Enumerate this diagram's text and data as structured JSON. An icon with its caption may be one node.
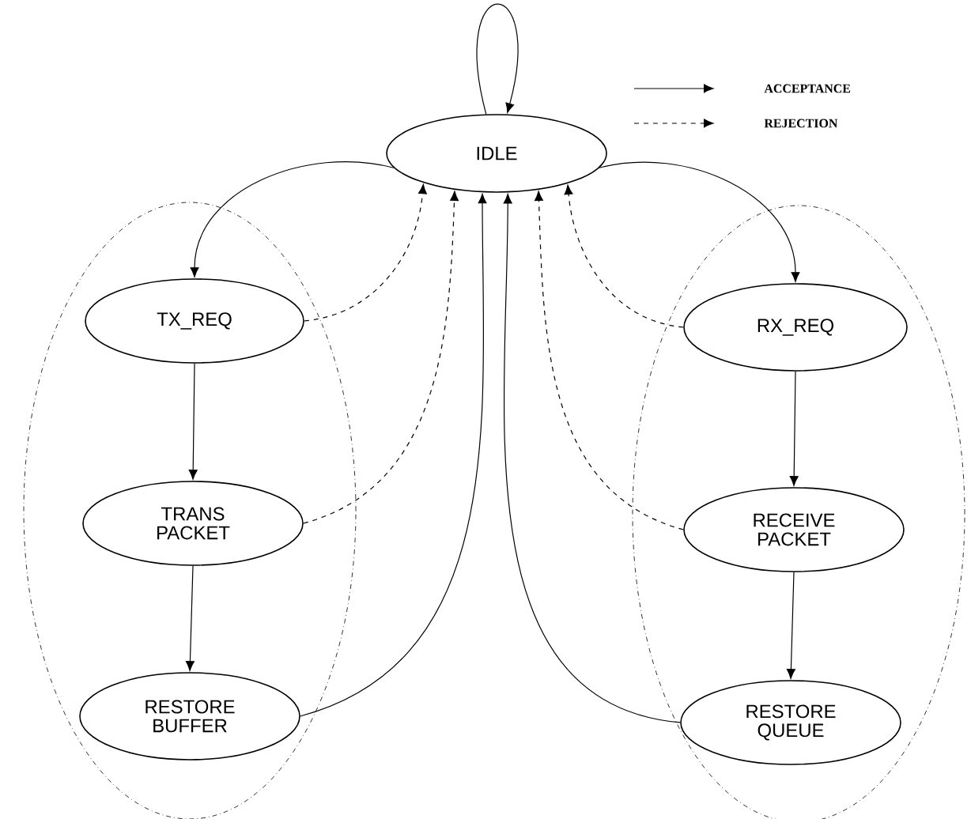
{
  "diagram": {
    "nodes": [
      {
        "text": [
          "IDLE"
        ]
      },
      {
        "text": [],
        "shape": "ellipse"
      },
      {
        "text": [
          "TX_REQ"
        ],
        "in": 1
      },
      {
        "text": [
          "TRANS PACKET"
        ],
        "in": 1
      },
      {
        "text": [
          "RESTORE BUFFER"
        ],
        "in": 1
      },
      {
        "text": [],
        "shape": "ellipse"
      },
      {
        "text": [
          "RX_REQ"
        ],
        "in": 5
      },
      {
        "text": [
          "RECEIVE PACKET"
        ],
        "in": 5
      },
      {
        "text": [
          "RESTORE QUEUE"
        ],
        "in": 5
      }
    ],
    "edges": [
      {
        "from": 0,
        "to": 0,
        "arrow": "to"
      },
      {
        "from": 0,
        "to": 2,
        "arrow": "to"
      },
      {
        "from": 2,
        "to": 0,
        "arrow": "to",
        "style": "dashed"
      },
      {
        "from": 2,
        "to": 3,
        "arrow": "to"
      },
      {
        "from": 3,
        "to": 0,
        "arrow": "to",
        "style": "dashed"
      },
      {
        "from": 3,
        "to": 4,
        "arrow": "to"
      },
      {
        "from": 4,
        "to": 0,
        "arrow": "to"
      },
      {
        "from": 0,
        "to": 6,
        "arrow": "to"
      },
      {
        "from": 6,
        "to": 0,
        "arrow": "to",
        "style": "dashed"
      },
      {
        "from": 6,
        "to": 7,
        "arrow": "to"
      },
      {
        "from": 7,
        "to": 0,
        "arrow": "to",
        "style": "dashed"
      },
      {
        "from": 7,
        "to": 8,
        "arrow": "to"
      },
      {
        "from": 8,
        "to": 0,
        "arrow": "to"
      }
    ],
    "legend": [
      {
        "text": "ACCEPTANCE"
      },
      {
        "text": "REJECTION"
      }
    ]
  }
}
